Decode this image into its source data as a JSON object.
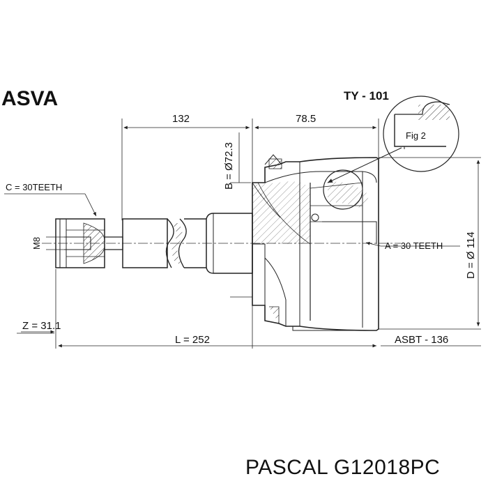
{
  "header": {
    "brand": "ASVA",
    "part_code": "TY - 101"
  },
  "fig_label": "Fig 2",
  "dimensions": {
    "length_left": "132",
    "length_right": "78.5",
    "b_diameter": "B = Ø72.3",
    "d_diameter": "D = Ø 114",
    "c_teeth": "C = 30TEETH",
    "a_teeth": "A = 30 TEETH",
    "thread": "M8",
    "z": "Z = 31.1",
    "l": "L = 252",
    "boot": "ASBT - 136"
  },
  "footer": {
    "text": "PASCAL G12018PC"
  }
}
